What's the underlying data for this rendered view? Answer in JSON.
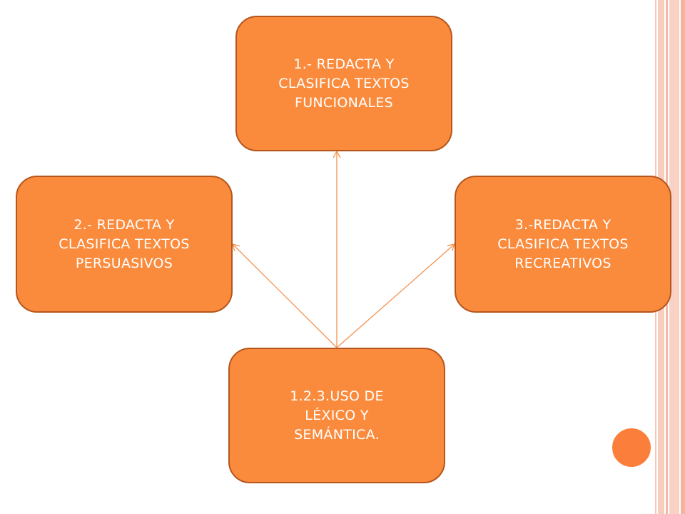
{
  "colors": {
    "box_fill": "#fb8b3c",
    "box_border": "#b5561e",
    "box_text": "#ffffff",
    "connector": "#f3934f",
    "accent_circle": "#fb7f3a",
    "stripes": "#f6c7b6"
  },
  "nodes": {
    "top": {
      "text": "1.- REDACTA Y\nCLASIFICA TEXTOS\nFUNCIONALES"
    },
    "left": {
      "text": "2.- REDACTA Y\nCLASIFICA TEXTOS\nPERSUASIVOS"
    },
    "right": {
      "text": "3.-REDACTA Y\nCLASIFICA TEXTOS\nRECREATIVOS"
    },
    "center": {
      "text": "1.2.3.USO DE\nLÉXICO Y\nSEMÁNTICA."
    }
  },
  "edges": [
    {
      "from": "center",
      "to": "top"
    },
    {
      "from": "center",
      "to": "left"
    },
    {
      "from": "center",
      "to": "right"
    }
  ]
}
